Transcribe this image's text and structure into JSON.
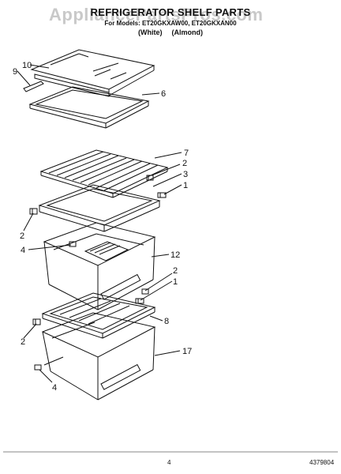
{
  "watermark": "AppliancePartsPros.com",
  "header": {
    "title": "REFRIGERATOR SHELF PARTS",
    "for_models": "For Models: ET20GKXAW00, ET20GKXAN00",
    "color_1": "(White)",
    "color_2": "(Almond)"
  },
  "callouts": [
    {
      "id": "c10a",
      "text": "10"
    },
    {
      "id": "c9",
      "text": "9"
    },
    {
      "id": "c6",
      "text": "6"
    },
    {
      "id": "c7",
      "text": "7"
    },
    {
      "id": "c2a",
      "text": "2"
    },
    {
      "id": "c3",
      "text": "3"
    },
    {
      "id": "c1a",
      "text": "1"
    },
    {
      "id": "c2b",
      "text": "2"
    },
    {
      "id": "c4a",
      "text": "4"
    },
    {
      "id": "c12",
      "text": "12"
    },
    {
      "id": "c2c",
      "text": "2"
    },
    {
      "id": "c1b",
      "text": "1"
    },
    {
      "id": "c8",
      "text": "8"
    },
    {
      "id": "c2d",
      "text": "2"
    },
    {
      "id": "c17",
      "text": "17"
    },
    {
      "id": "c4b",
      "text": "4"
    }
  ],
  "footer": {
    "page_number": "4",
    "part_number": "4379804"
  }
}
